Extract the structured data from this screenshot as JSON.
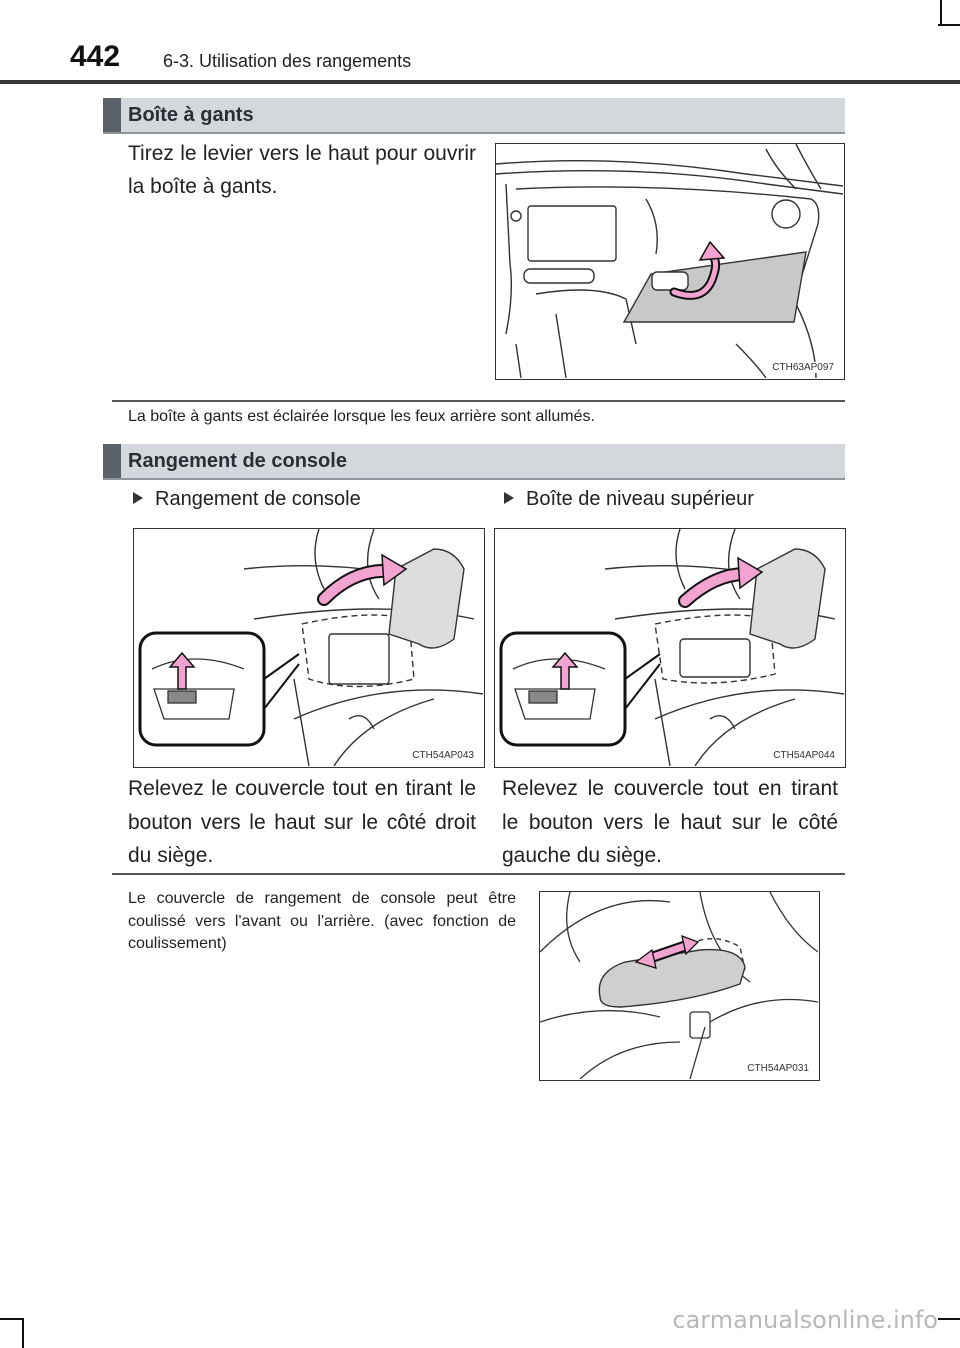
{
  "header": {
    "page_number": "442",
    "chapter_title": "6-3. Utilisation des rangements"
  },
  "sections": [
    {
      "title": "Boîte à gants",
      "instruction": "Tirez le levier vers le haut pour ouvrir la boîte à gants.",
      "figure_code": "CTH63AP097",
      "note": "La boîte à gants est éclairée lorsque les feux arrière sont allumés."
    },
    {
      "title": "Rangement de console",
      "items": [
        {
          "heading": "Rangement de console",
          "figure_code": "CTH54AP043",
          "text": "Relevez le couvercle tout en tirant le bouton vers le haut sur le côté droit du siège."
        },
        {
          "heading": "Boîte de niveau supérieur",
          "figure_code": "CTH54AP044",
          "text": "Relevez le couvercle tout en tirant le bouton vers le haut sur le côté gauche du siège."
        }
      ],
      "note": "Le couvercle de rangement de console peut être coulissé vers l'avant ou l'arrière. (avec fonction de coulissement)",
      "note_figure_code": "CTH54AP031"
    }
  ],
  "watermark": "carmanualsonline.info",
  "colors": {
    "section_bar": "#d4d8dc",
    "section_mark": "#5a6168",
    "arrow_pink": "#f3a3cf",
    "highlight_gray": "#c8c8c8"
  }
}
